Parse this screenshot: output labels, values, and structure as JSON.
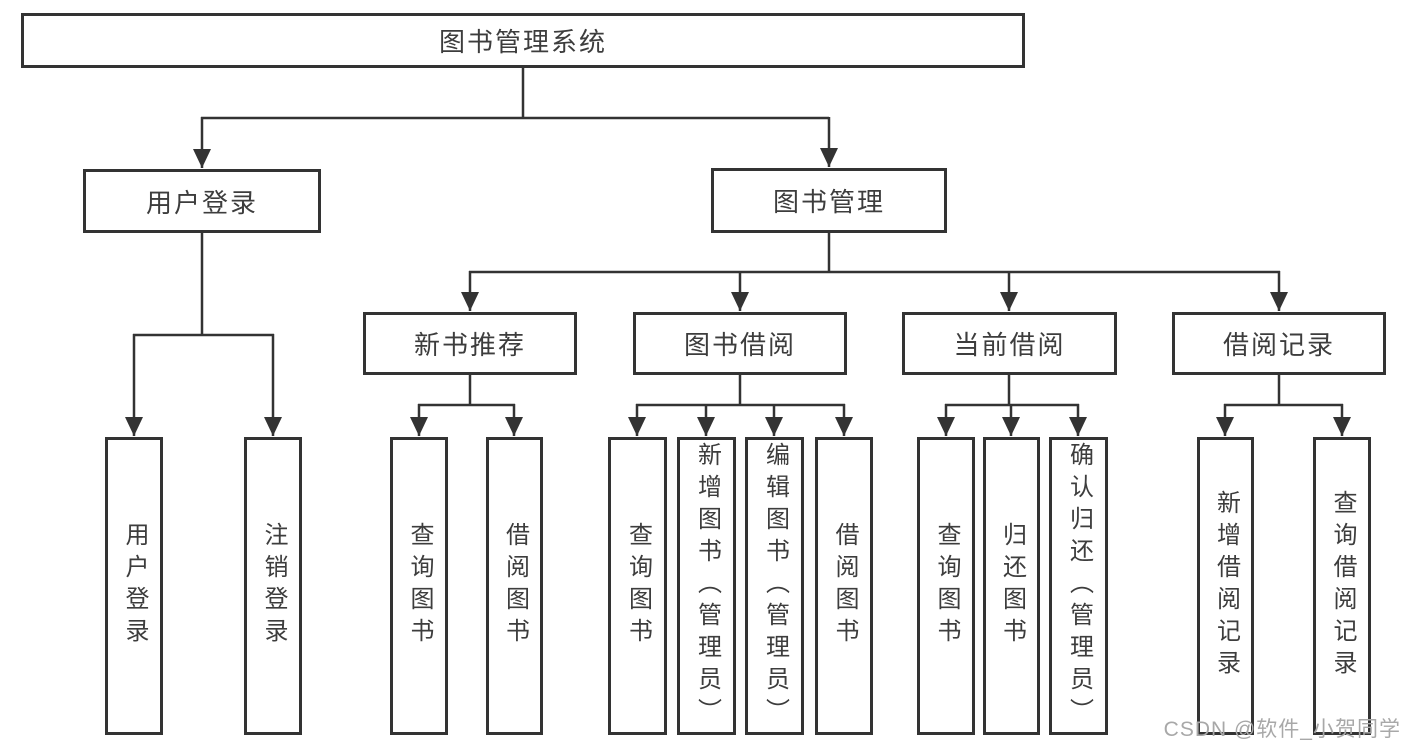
{
  "diagram_title": "图书管理系统",
  "nodes": {
    "root": "图书管理系统",
    "user_login": "用户登录",
    "book_mgmt": "图书管理",
    "new_book_rec": "新书推荐",
    "book_borrow": "图书借阅",
    "current_borrow": "当前借阅",
    "borrow_record": "借阅记录",
    "ul_login": "用户登录",
    "ul_logout": "注销登录",
    "nb_query": "查询图书",
    "nb_borrow": "借阅图书",
    "bb_query": "查询图书",
    "bb_add": "新增图书（管理员）",
    "bb_edit": "编辑图书（管理员）",
    "bb_borrow": "借阅图书",
    "cb_query": "查询图书",
    "cb_return": "归还图书",
    "cb_confirm": "确认归还（管理员）",
    "br_add": "新增借阅记录",
    "br_query": "查询借阅记录"
  },
  "hierarchy": {
    "图书管理系统": {
      "用户登录": [
        "用户登录",
        "注销登录"
      ],
      "图书管理": {
        "新书推荐": [
          "查询图书",
          "借阅图书"
        ],
        "图书借阅": [
          "查询图书",
          "新增图书（管理员）",
          "编辑图书（管理员）",
          "借阅图书"
        ],
        "当前借阅": [
          "查询图书",
          "归还图书",
          "确认归还（管理员）"
        ],
        "借阅记录": [
          "新增借阅记录",
          "查询借阅记录"
        ]
      }
    }
  },
  "watermark": "CSDN @软件_小贺同学",
  "colors": {
    "line": "#333333",
    "node_border": "#333333",
    "node_text": "#3d3d3d",
    "watermark_text": "#a8a8a8",
    "background": "#ffffff"
  }
}
